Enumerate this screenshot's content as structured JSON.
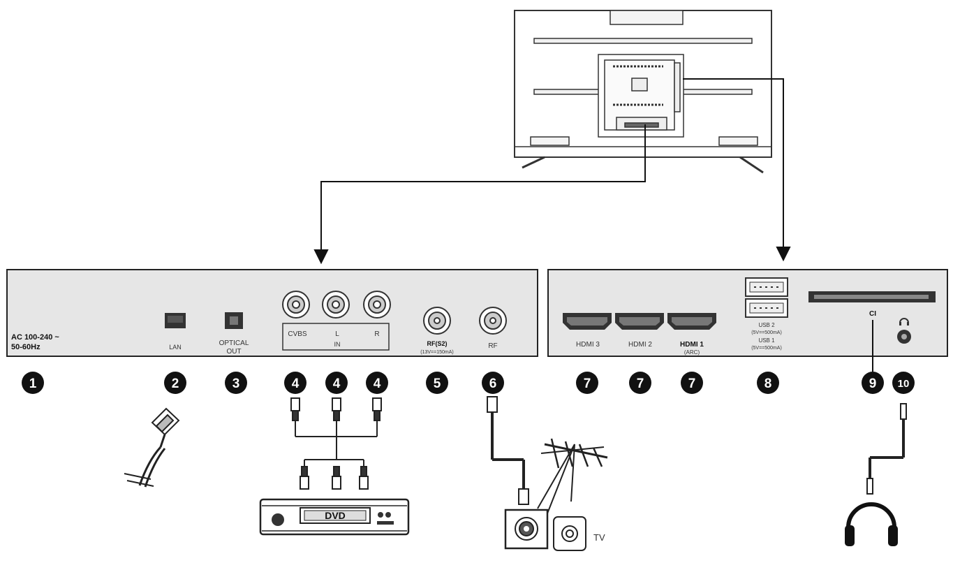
{
  "left_panel": {
    "power_line1": "AC 100-240 ~",
    "power_line2": "50-60Hz",
    "lan": "LAN",
    "optical_line1": "OPTICAL",
    "optical_line2": "OUT",
    "av_cvbs": "CVBS",
    "av_l": "L",
    "av_r": "R",
    "av_in": "IN",
    "rf_s2": "RF(S2)",
    "rf_s2_sub": "(13V==150mA)",
    "rf": "RF"
  },
  "right_panel": {
    "hdmi3": "HDMI 3",
    "hdmi2": "HDMI 2",
    "hdmi1": "HDMI 1",
    "hdmi1_sub": "(ARC)",
    "usb2": "USB 2",
    "usb2_sub": "(5V==500mA)",
    "usb1": "USB 1",
    "usb1_sub": "(5V==500mA)",
    "ci": "CI"
  },
  "callouts": [
    "1",
    "2",
    "3",
    "4",
    "4",
    "4",
    "5",
    "6",
    "7",
    "7",
    "7",
    "8",
    "9",
    "10"
  ],
  "devices": {
    "dvd": "DVD",
    "tv": "TV"
  },
  "icons": [
    "headphone-port-icon",
    "headphones-icon",
    "antenna-icon",
    "dvd-player-icon",
    "lan-cable-icon",
    "tv-rear-icon"
  ]
}
